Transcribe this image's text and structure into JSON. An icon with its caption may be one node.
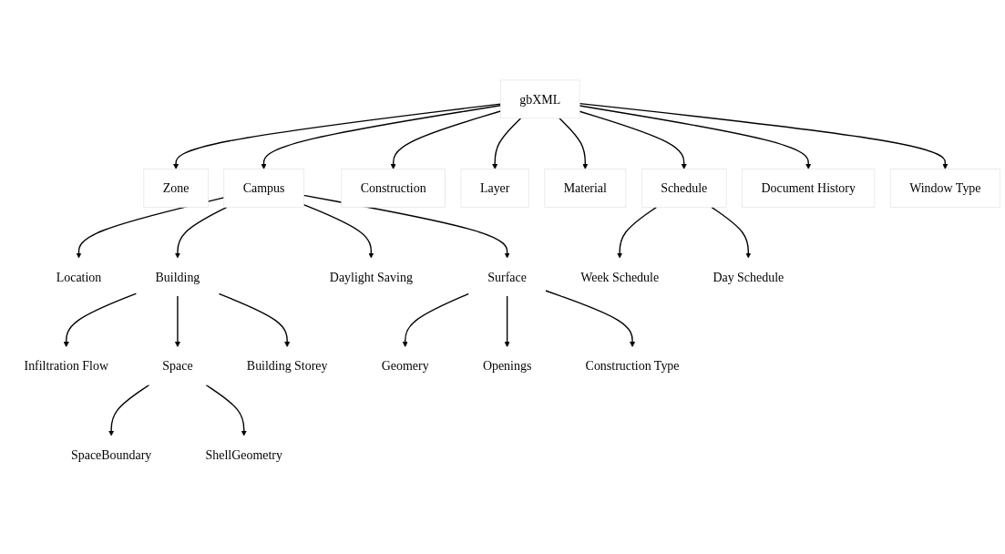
{
  "diagram": {
    "nodes": [
      {
        "text": [
          "gbXML"
        ]
      },
      {
        "text": [
          "Zone"
        ]
      },
      {
        "text": [
          "Campus"
        ]
      },
      {
        "text": [
          "Construction"
        ]
      },
      {
        "text": [
          "Layer"
        ]
      },
      {
        "text": [
          "Material"
        ]
      },
      {
        "text": [
          "Schedule"
        ]
      },
      {
        "text": [
          "Document History"
        ]
      },
      {
        "text": [
          "Window Type"
        ]
      },
      {
        "text": [
          "Location"
        ]
      },
      {
        "text": [
          "Building"
        ]
      },
      {
        "text": [
          "Daylight Saving"
        ]
      },
      {
        "text": [
          "Surface"
        ]
      },
      {
        "text": [
          "Week Schedule"
        ]
      },
      {
        "text": [
          "Day Schedule"
        ]
      },
      {
        "text": [
          "Infiltration Flow"
        ]
      },
      {
        "text": [
          "Space"
        ]
      },
      {
        "text": [
          "Building Storey"
        ]
      },
      {
        "text": [
          "Geomery"
        ]
      },
      {
        "text": [
          "Openings"
        ]
      },
      {
        "text": [
          "Construction Type"
        ]
      },
      {
        "text": [
          "SpaceBoundary"
        ]
      },
      {
        "text": [
          "ShellGeometry"
        ]
      }
    ],
    "edges": [
      {
        "from": 0,
        "to": 1,
        "arrow": "to"
      },
      {
        "from": 0,
        "to": 2,
        "arrow": "to"
      },
      {
        "from": 0,
        "to": 3,
        "arrow": "to"
      },
      {
        "from": 0,
        "to": 4,
        "arrow": "to"
      },
      {
        "from": 0,
        "to": 5,
        "arrow": "to"
      },
      {
        "from": 0,
        "to": 6,
        "arrow": "to"
      },
      {
        "from": 0,
        "to": 7,
        "arrow": "to"
      },
      {
        "from": 0,
        "to": 8,
        "arrow": "to"
      },
      {
        "from": 2,
        "to": 9,
        "arrow": "to"
      },
      {
        "from": 2,
        "to": 10,
        "arrow": "to"
      },
      {
        "from": 2,
        "to": 11,
        "arrow": "to"
      },
      {
        "from": 2,
        "to": 12,
        "arrow": "to"
      },
      {
        "from": 6,
        "to": 13,
        "arrow": "to"
      },
      {
        "from": 6,
        "to": 14,
        "arrow": "to"
      },
      {
        "from": 10,
        "to": 15,
        "arrow": "to"
      },
      {
        "from": 10,
        "to": 16,
        "arrow": "to"
      },
      {
        "from": 10,
        "to": 17,
        "arrow": "to"
      },
      {
        "from": 12,
        "to": 18,
        "arrow": "to"
      },
      {
        "from": 12,
        "to": 19,
        "arrow": "to"
      },
      {
        "from": 12,
        "to": 20,
        "arrow": "to"
      },
      {
        "from": 16,
        "to": 21,
        "arrow": "to"
      },
      {
        "from": 16,
        "to": 22,
        "arrow": "to"
      }
    ]
  }
}
